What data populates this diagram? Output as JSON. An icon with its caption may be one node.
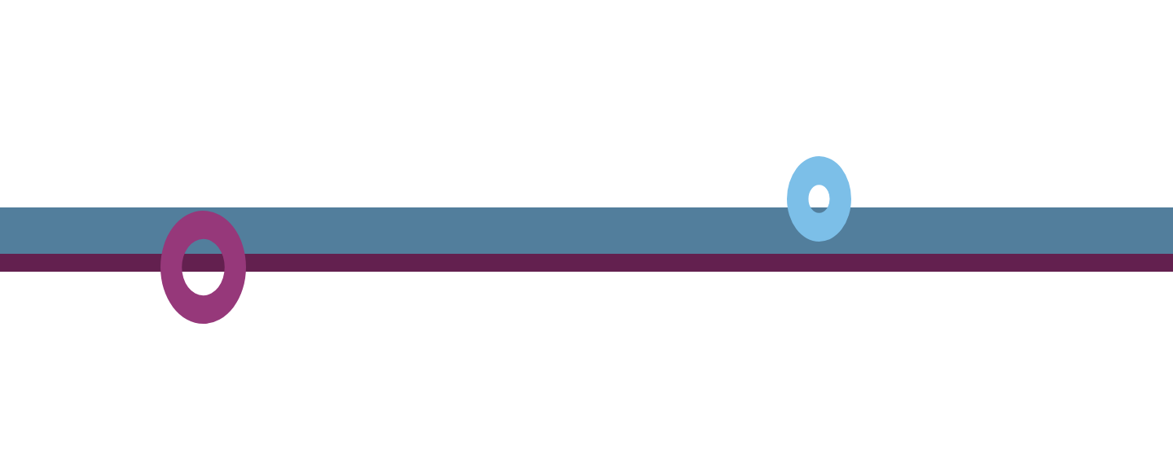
{
  "diagram": {
    "nodes": [
      {
        "text": [],
        "shape": "bar"
      },
      {
        "text": [],
        "shape": "bar"
      },
      {
        "text": [],
        "shape": "circle"
      },
      {
        "text": [],
        "shape": "circle"
      }
    ]
  }
}
